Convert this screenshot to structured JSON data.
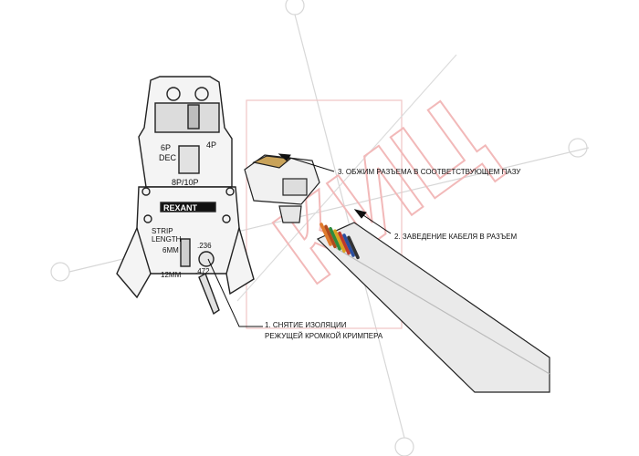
{
  "tool": {
    "die_top_left": "6P",
    "die_top_left_sub": "DEC",
    "die_top_right": "4P",
    "die_bottom": "8P/10P",
    "brand": "REXANT",
    "strip_label_1": "STRIP",
    "strip_label_2": "LENGTH",
    "len_6mm": "6MM",
    "len_12mm": "12MM",
    "inch_236": ".236",
    "inch_472": ".472"
  },
  "callouts": {
    "step3": "3. ОБЖИМ РАЗЪЕМА В СООТВЕТСТВУЮЩЕМ ПАЗУ",
    "step2": "2. ЗАВЕДЕНИЕ КАБЕЛЯ В РАЗЪЕМ",
    "step1_line1": "1. СНЯТИЕ ИЗОЛЯЦИИ",
    "step1_line2": "РЕЖУЩЕЙ КРОМКОЙ КРИМПЕРА"
  },
  "watermark": {
    "text": "КИЦ",
    "color": "#f2b9b9"
  },
  "colors": {
    "line": "#222222",
    "tool_fill": "#f4f4f4",
    "cable_fill": "#e9e9e9",
    "wire_colors": [
      "#e07a2b",
      "#b14a1c",
      "#2e8b3d",
      "#d9a421",
      "#c0392b",
      "#2b4fa0",
      "#333333"
    ]
  }
}
